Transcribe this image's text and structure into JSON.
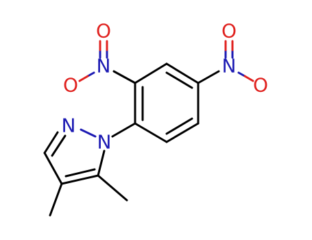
{
  "molecule": {
    "atoms": {
      "n_ring_left": "N",
      "n_ring_right": "N",
      "n_nitro_ortho": "N",
      "o_nitro_ortho_top": "O",
      "o_nitro_ortho_left": "O",
      "n_nitro_para": "N",
      "o_nitro_para_top": "O",
      "o_nitro_para_right": "O"
    }
  },
  "colors": {
    "nitrogen": "#1c1ab3",
    "oxygen": "#e0221f",
    "carbon_bond": "#000000"
  }
}
